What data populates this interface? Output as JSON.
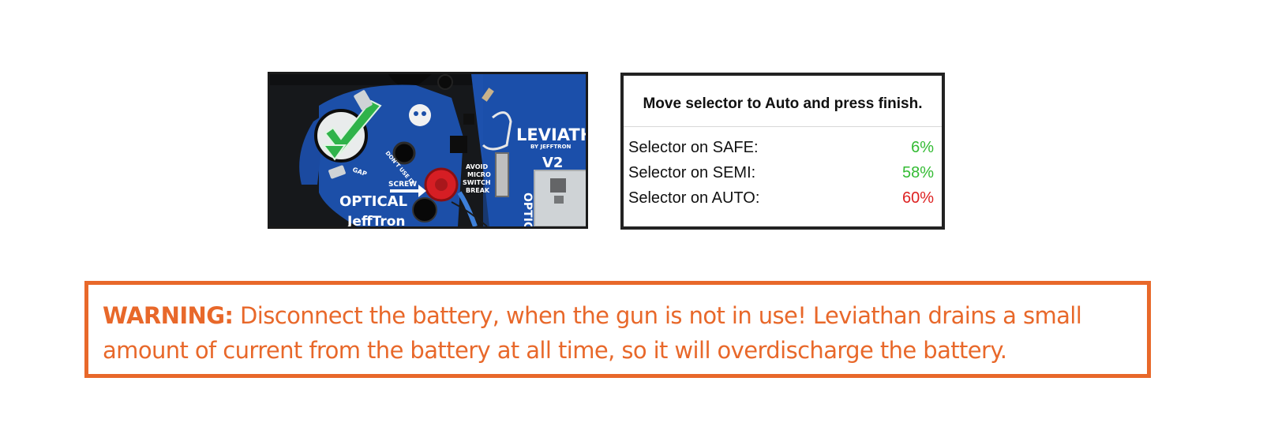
{
  "board_photo": {
    "labels": {
      "brand_name": "LEVIATHAN",
      "brand_sub": "BY JEFFTRON",
      "version": "V2",
      "optical": "OPTICAL",
      "optic_side": "OPTIC",
      "screw": "SCREW",
      "gap": "GAP",
      "dont_use": "DON'T USE IT",
      "avoid_1": "AVOID",
      "avoid_2": "MICRO",
      "avoid_3": "SWITCH",
      "avoid_4": "BREAK",
      "maker": "JeffTron"
    },
    "colors": {
      "pcb": "#1c4fa8",
      "check": "#2fb34a",
      "screw": "#d61e24"
    }
  },
  "selector_panel": {
    "title": "Move selector to Auto and press finish.",
    "readings": [
      {
        "label": "Selector on SAFE:",
        "value": "6%",
        "status": "good"
      },
      {
        "label": "Selector on SEMI:",
        "value": "58%",
        "status": "good"
      },
      {
        "label": "Selector on AUTO:",
        "value": "60%",
        "status": "bad"
      }
    ],
    "colors": {
      "good": "#33bb33",
      "bad": "#dd2222"
    }
  },
  "warning": {
    "label": "WARNING:",
    "line1": "Disconnect the battery, when the gun is not in use! Leviathan drains a small",
    "line2": "amount of current from the battery at all time, so it will overdischarge the battery.",
    "color": "#e8682a"
  }
}
